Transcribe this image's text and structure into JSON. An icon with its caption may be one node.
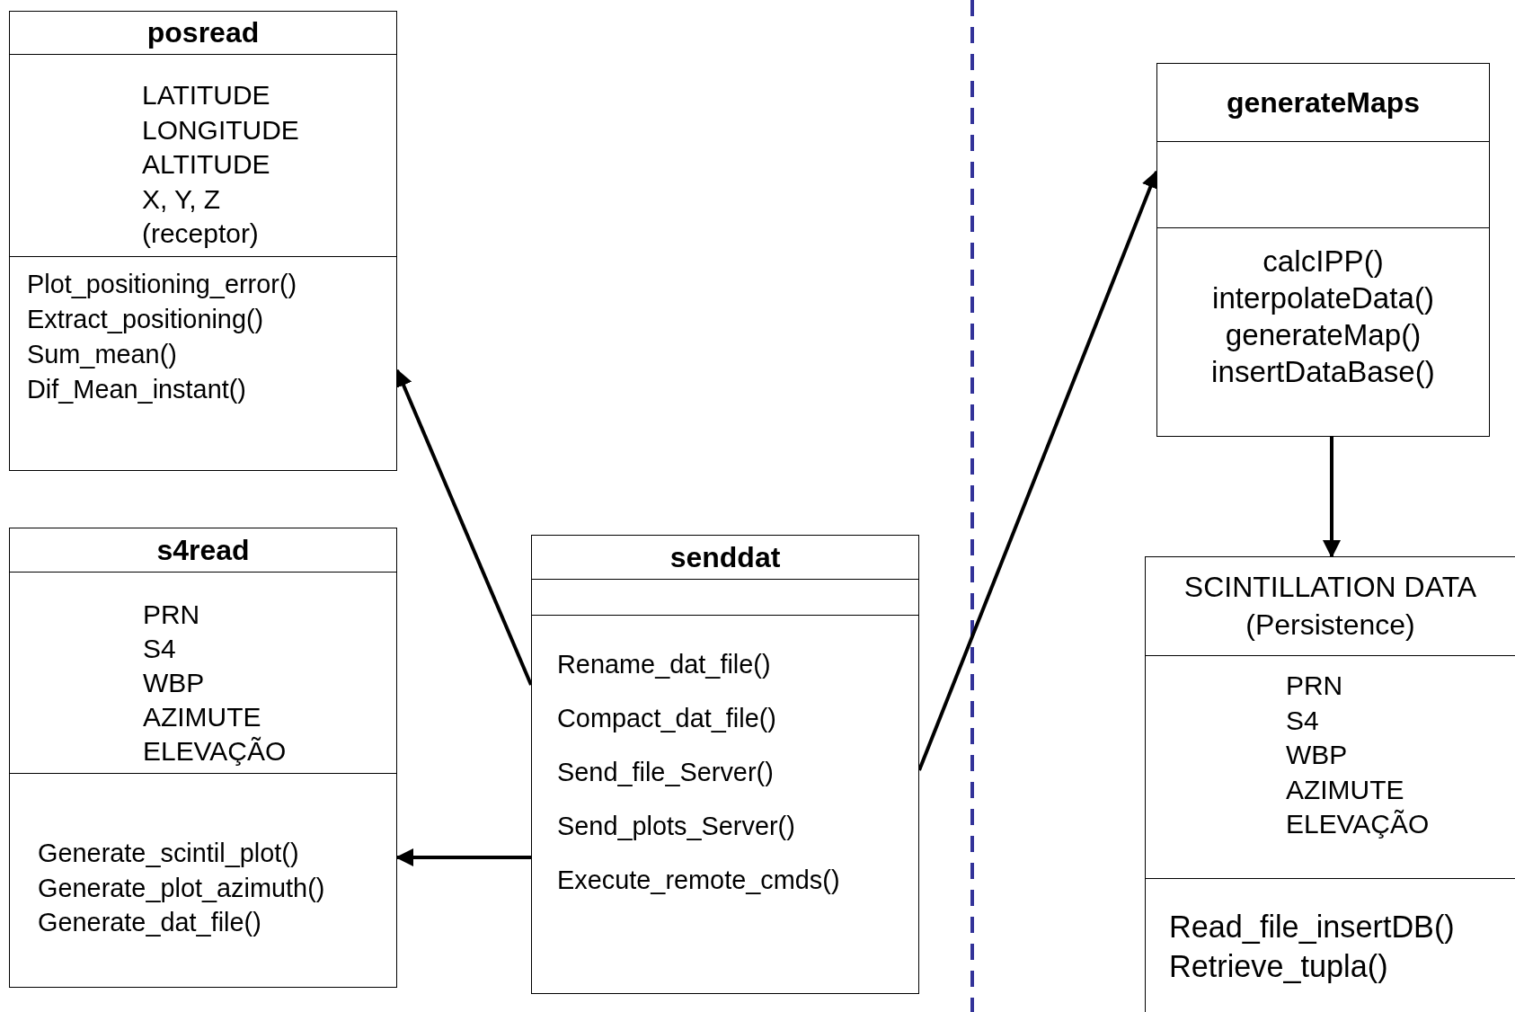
{
  "diagram": {
    "nodes": [
      {
        "text": [
          "posread"
        ]
      },
      {
        "text": [
          "LATITUDE",
          "LONGITUDE",
          "ALTITUDE",
          "X, Y, Z",
          "(receptor)"
        ],
        "in": 0
      },
      {
        "text": [
          "Plot_positioning_error()",
          "Extract_positioning()",
          "Sum_mean()",
          "Dif_Mean_instant()"
        ],
        "in": 0
      },
      {
        "text": [
          "s4read"
        ]
      },
      {
        "text": [
          "PRN",
          "S4",
          "WBP",
          "AZIMUTE",
          "ELEVAÇÃO"
        ],
        "in": 3
      },
      {
        "text": [
          "Generate_scintil_plot()",
          "Generate_plot_azimuth()",
          "Generate_dat_file()"
        ],
        "in": 3
      },
      {
        "text": [
          "senddat"
        ]
      },
      {
        "text": [],
        "shape": "box",
        "in": 6
      },
      {
        "text": [
          "Rename_dat_file()",
          "Compact_dat_file()",
          "Send_file_Server()",
          "Send_plots_Server()",
          "Execute_remote_cmds()"
        ],
        "in": 6
      },
      {
        "text": [
          "generateMaps"
        ]
      },
      {
        "text": [],
        "shape": "box",
        "in": 9
      },
      {
        "text": [
          "calcIPP()",
          "interpolateData()",
          "generateMap()",
          "insertDataBase()"
        ],
        "in": 9
      },
      {
        "text": [
          "SCINTILLATION DATA",
          "(Persistence)"
        ]
      },
      {
        "text": [
          "PRN",
          "S4",
          "WBP",
          "AZIMUTE",
          "ELEVAÇÃO"
        ],
        "in": 12
      },
      {
        "text": [
          "Read_file_insertDB()",
          "Retrieve_tupla()"
        ],
        "in": 12
      }
    ],
    "edges": [
      {
        "from": 6,
        "to": 0,
        "arrow": "to"
      },
      {
        "from": 6,
        "to": 3,
        "arrow": "to"
      },
      {
        "from": 6,
        "to": 9,
        "arrow": "to"
      },
      {
        "from": 9,
        "to": 12,
        "arrow": "to"
      }
    ]
  }
}
